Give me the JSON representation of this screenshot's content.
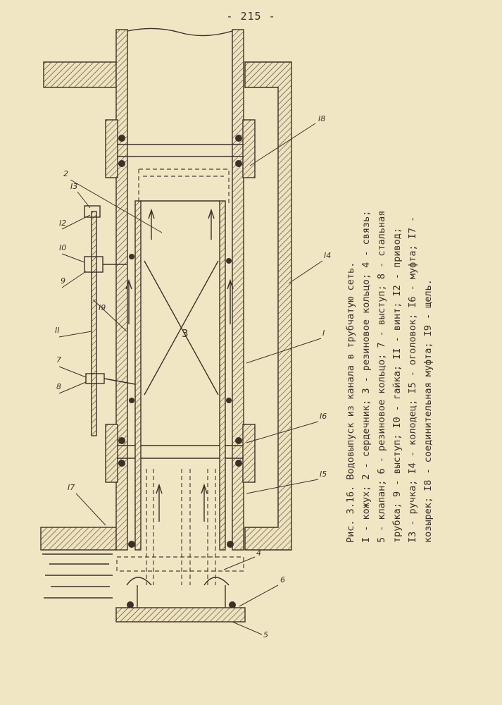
{
  "page_number": "- 215 -",
  "caption": {
    "title": "Рис. 3.16. Водовыпуск из канала в трубчатую сеть.",
    "lines": [
      "I - кожух; 2 - сердечник; 3 - резиновое кольцо; 4 - связь;",
      "5 - клапан; 6 - резиновое кольцо; 7 - выступ; 8 - стальная",
      "трубка; 9 - выступ; I0 - гайка; II - винт; I2 - привод;",
      "I3 - ручка; I4 - колодец; I5 - оголовок; I6 - муфта; I7 -",
      "козырек; I8 - соединительная муфта; I9 - щель."
    ]
  },
  "drawing": {
    "center_label": "3",
    "callouts": [
      "I",
      "2",
      "4",
      "5",
      "6",
      "7",
      "8",
      "9",
      "I0",
      "II",
      "I2",
      "I3",
      "I4",
      "I5",
      "I6",
      "I7",
      "I8",
      "I9"
    ]
  }
}
